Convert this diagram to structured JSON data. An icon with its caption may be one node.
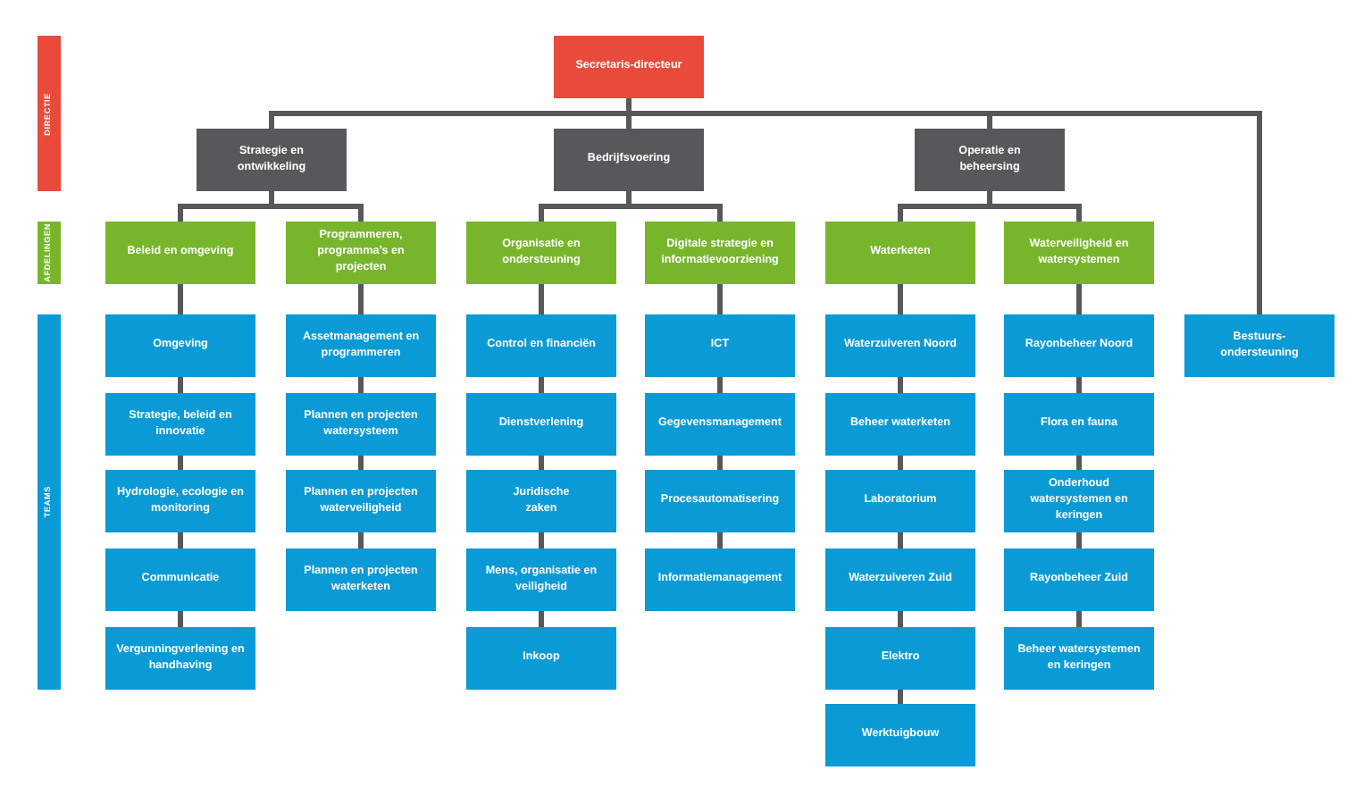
{
  "diagram": {
    "nodes": [
      {
        "text": [
          "DIRECTIE"
        ]
      },
      {
        "text": [
          "AFDELINGEN"
        ]
      },
      {
        "text": [
          "TEAMS"
        ]
      },
      {
        "text": [
          "Secretaris-directeur"
        ]
      },
      {
        "text": [
          "Strategie en ontwikkeling"
        ]
      },
      {
        "text": [
          "Bedrijfsvoering"
        ]
      },
      {
        "text": [
          "Operatie en beheersing"
        ]
      },
      {
        "text": [
          "Beleid en omgeving"
        ]
      },
      {
        "text": [
          "Programmeren, programma’s en projecten"
        ]
      },
      {
        "text": [
          "Organisatie en ondersteuning"
        ]
      },
      {
        "text": [
          "Digitale strategie en informatievoorziening"
        ]
      },
      {
        "text": [
          "Waterketen"
        ]
      },
      {
        "text": [
          "Waterveiligheid en watersystemen"
        ]
      },
      {
        "text": [
          "Omgeving"
        ]
      },
      {
        "text": [
          "Strategie, beleid en innovatie"
        ]
      },
      {
        "text": [
          "Hydrologie, ecologie en monitoring"
        ]
      },
      {
        "text": [
          "Communicatie"
        ]
      },
      {
        "text": [
          "Vergunningverlening en handhaving"
        ]
      },
      {
        "text": [
          "Assetmanagement en programmeren"
        ]
      },
      {
        "text": [
          "Plannen en projecten watersysteem"
        ]
      },
      {
        "text": [
          "Plannen en projecten waterveiligheid"
        ]
      },
      {
        "text": [
          "Plannen en projecten waterketen"
        ]
      },
      {
        "text": [
          "Control en financiën"
        ]
      },
      {
        "text": [
          "Dienstverlening"
        ]
      },
      {
        "text": [
          "Juridische zaken"
        ]
      },
      {
        "text": [
          "Mens, organisatie en veiligheid"
        ]
      },
      {
        "text": [
          "Inkoop"
        ]
      },
      {
        "text": [
          "ICT"
        ]
      },
      {
        "text": [
          "Gegevensmanagement"
        ]
      },
      {
        "text": [
          "Procesautomatisering"
        ]
      },
      {
        "text": [
          "Informatiemanagement"
        ]
      },
      {
        "text": [
          "Waterzuiveren Noord"
        ]
      },
      {
        "text": [
          "Beheer waterketen"
        ]
      },
      {
        "text": [
          "Laboratorium"
        ]
      },
      {
        "text": [
          "Waterzuiveren Zuid"
        ]
      },
      {
        "text": [
          "Elektro"
        ]
      },
      {
        "text": [
          "Werktuigbouw"
        ]
      },
      {
        "text": [
          "Rayonbeheer Noord"
        ]
      },
      {
        "text": [
          "Flora en fauna"
        ]
      },
      {
        "text": [
          "Onderhoud watersystemen en keringen"
        ]
      },
      {
        "text": [
          "Rayonbeheer Zuid"
        ]
      },
      {
        "text": [
          "Beheer watersystemen en keringen"
        ]
      },
      {
        "text": [
          "Bestuurs-ondersteuning"
        ]
      }
    ],
    "edges": [
      {
        "from": 3,
        "to": 4,
        "arrow": "none"
      },
      {
        "from": 3,
        "to": 5,
        "arrow": "none"
      },
      {
        "from": 3,
        "to": 6,
        "arrow": "none"
      },
      {
        "from": 3,
        "to": 42,
        "arrow": "none"
      },
      {
        "from": 4,
        "to": 7,
        "arrow": "none"
      },
      {
        "from": 4,
        "to": 8,
        "arrow": "none"
      },
      {
        "from": 5,
        "to": 9,
        "arrow": "none"
      },
      {
        "from": 5,
        "to": 10,
        "arrow": "none"
      },
      {
        "from": 6,
        "to": 11,
        "arrow": "none"
      },
      {
        "from": 6,
        "to": 12,
        "arrow": "none"
      },
      {
        "from": 7,
        "to": 13,
        "arrow": "none"
      },
      {
        "from": 13,
        "to": 14,
        "arrow": "none"
      },
      {
        "from": 14,
        "to": 15,
        "arrow": "none"
      },
      {
        "from": 15,
        "to": 16,
        "arrow": "none"
      },
      {
        "from": 16,
        "to": 17,
        "arrow": "none"
      },
      {
        "from": 8,
        "to": 18,
        "arrow": "none"
      },
      {
        "from": 18,
        "to": 19,
        "arrow": "none"
      },
      {
        "from": 19,
        "to": 20,
        "arrow": "none"
      },
      {
        "from": 20,
        "to": 21,
        "arrow": "none"
      },
      {
        "from": 9,
        "to": 22,
        "arrow": "none"
      },
      {
        "from": 22,
        "to": 23,
        "arrow": "none"
      },
      {
        "from": 23,
        "to": 24,
        "arrow": "none"
      },
      {
        "from": 24,
        "to": 25,
        "arrow": "none"
      },
      {
        "from": 25,
        "to": 26,
        "arrow": "none"
      },
      {
        "from": 10,
        "to": 27,
        "arrow": "none"
      },
      {
        "from": 27,
        "to": 28,
        "arrow": "none"
      },
      {
        "from": 28,
        "to": 29,
        "arrow": "none"
      },
      {
        "from": 29,
        "to": 30,
        "arrow": "none"
      },
      {
        "from": 11,
        "to": 31,
        "arrow": "none"
      },
      {
        "from": 31,
        "to": 32,
        "arrow": "none"
      },
      {
        "from": 32,
        "to": 33,
        "arrow": "none"
      },
      {
        "from": 33,
        "to": 34,
        "arrow": "none"
      },
      {
        "from": 34,
        "to": 35,
        "arrow": "none"
      },
      {
        "from": 35,
        "to": 36,
        "arrow": "none"
      },
      {
        "from": 12,
        "to": 37,
        "arrow": "none"
      },
      {
        "from": 37,
        "to": 38,
        "arrow": "none"
      },
      {
        "from": 38,
        "to": 39,
        "arrow": "none"
      },
      {
        "from": 39,
        "to": 40,
        "arrow": "none"
      },
      {
        "from": 40,
        "to": 41,
        "arrow": "none"
      }
    ]
  }
}
